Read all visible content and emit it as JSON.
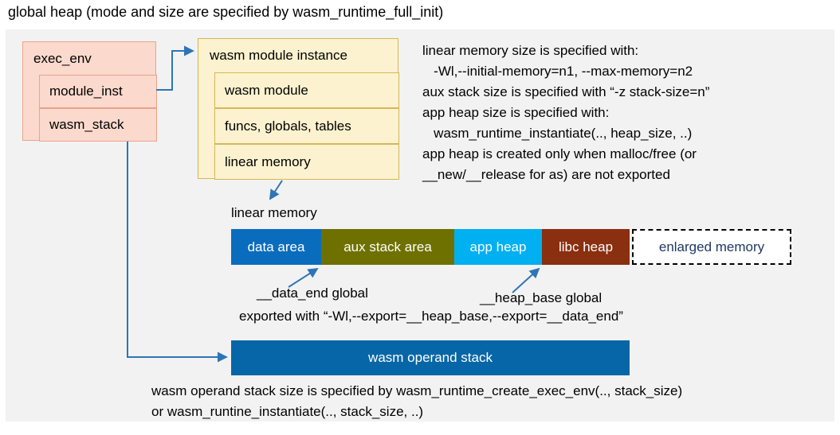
{
  "title": "global heap (mode and size are specified by wasm_runtime_full_init)",
  "exec_env": {
    "header": "exec_env",
    "rows": [
      {
        "label": "module_inst"
      },
      {
        "label": "wasm_stack"
      }
    ]
  },
  "module_instance": {
    "header": "wasm module instance",
    "rows": [
      {
        "label": "wasm module"
      },
      {
        "label": "funcs, globals, tables"
      },
      {
        "label": "linear memory"
      }
    ]
  },
  "notes": {
    "lines": [
      "linear memory size is specified with:",
      "   -Wl,--initial-memory=n1, --max-memory=n2",
      "aux stack size is specified with “-z stack-size=n”",
      "app heap size is specified with:",
      "   wasm_runtime_instantiate(.., heap_size, ..)",
      "app heap is created only when malloc/free (or",
      "__new/__release for as) are not exported"
    ]
  },
  "linear_memory": {
    "title": "linear memory",
    "segments": [
      {
        "label": "data area",
        "bg": "#0a6cbd",
        "fg": "#ffffff"
      },
      {
        "label": "aux stack area",
        "bg": "#6e7100",
        "fg": "#ffffff"
      },
      {
        "label": "app heap",
        "bg": "#00b0f0",
        "fg": "#ffffff"
      },
      {
        "label": "libc heap",
        "bg": "#8a2f0f",
        "fg": "#ffffff"
      },
      {
        "label": "enlarged memory",
        "bg": "#ffffff",
        "fg": "#1f3864"
      }
    ],
    "data_end_label": "__data_end global",
    "heap_base_label": "__heap_base global",
    "export_note": "exported with “-Wl,--export=__heap_base,--export=__data_end”"
  },
  "operand_stack": {
    "label": "wasm operand stack",
    "bg": "#0766a7",
    "notes": [
      "wasm operand stack size is specified by wasm_runtime_create_exec_env(.., stack_size)",
      "or wasm_runtine_instantiate(.., stack_size, ..)"
    ]
  },
  "colors": {
    "arrow": "#2e75b6",
    "panel_bg": "#f2f2f2",
    "exec_env_fill": "#fbd9cd",
    "exec_env_border": "#e8a48c",
    "module_fill": "#fdf2cf",
    "module_border": "#d6b656"
  }
}
